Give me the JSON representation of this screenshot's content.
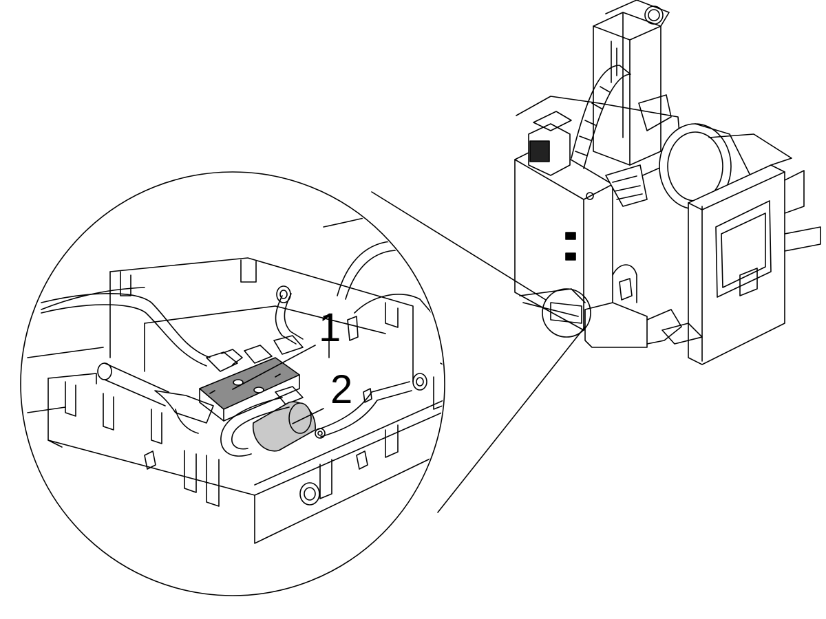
{
  "callouts": [
    {
      "id": "1",
      "label": "1"
    },
    {
      "id": "2",
      "label": "2"
    }
  ],
  "colors": {
    "line": "#000000",
    "background": "#ffffff",
    "manifold_fill": "#8c8c8c",
    "filter_fill": "#c9c9c9"
  }
}
